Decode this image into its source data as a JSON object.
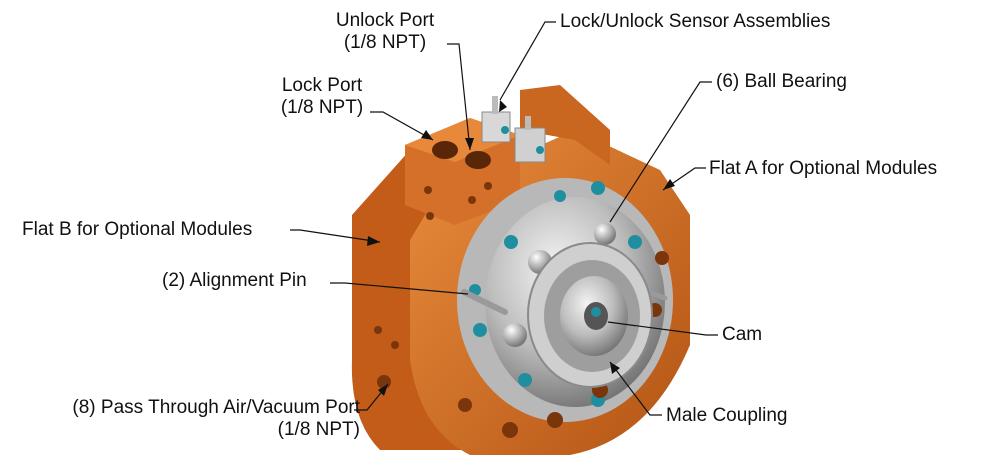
{
  "labels": {
    "unlock_port": "Unlock Port",
    "unlock_port_size": "(1/8 NPT)",
    "lock_port": "Lock Port",
    "lock_port_size": "(1/8 NPT)",
    "sensor_assemblies": "Lock/Unlock Sensor Assemblies",
    "ball_bearing": "(6) Ball Bearing",
    "flat_a": "Flat A for Optional Modules",
    "flat_b": "Flat B for Optional Modules",
    "alignment_pin": "(2) Alignment Pin",
    "cam": "Cam",
    "pass_through": "(8) Pass Through Air/Vacuum Port",
    "pass_through_size": "(1/8 NPT)",
    "male_coupling": "Male Coupling"
  },
  "colors": {
    "housing": "#d2691e",
    "housing_dark": "#9c4a12",
    "housing_light": "#e88a3c",
    "steel": "#c9c9c9",
    "steel_dark": "#7e7e7e",
    "fastener": "#1f8fa0",
    "leader": "#111111"
  }
}
